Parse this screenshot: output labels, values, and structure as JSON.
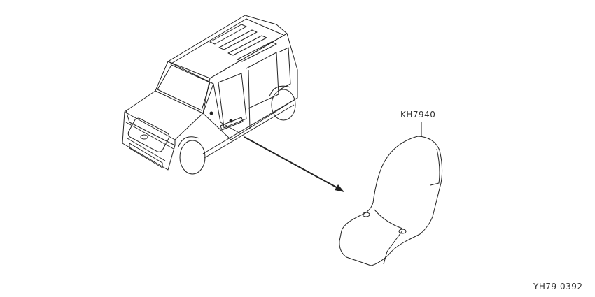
{
  "diagram": {
    "type": "parts-illustration",
    "callouts": [
      {
        "id": "seat",
        "part_number": "KH7940"
      }
    ],
    "reference_code": "YH79 0392",
    "line_color": "#222222",
    "background": "#ffffff"
  }
}
